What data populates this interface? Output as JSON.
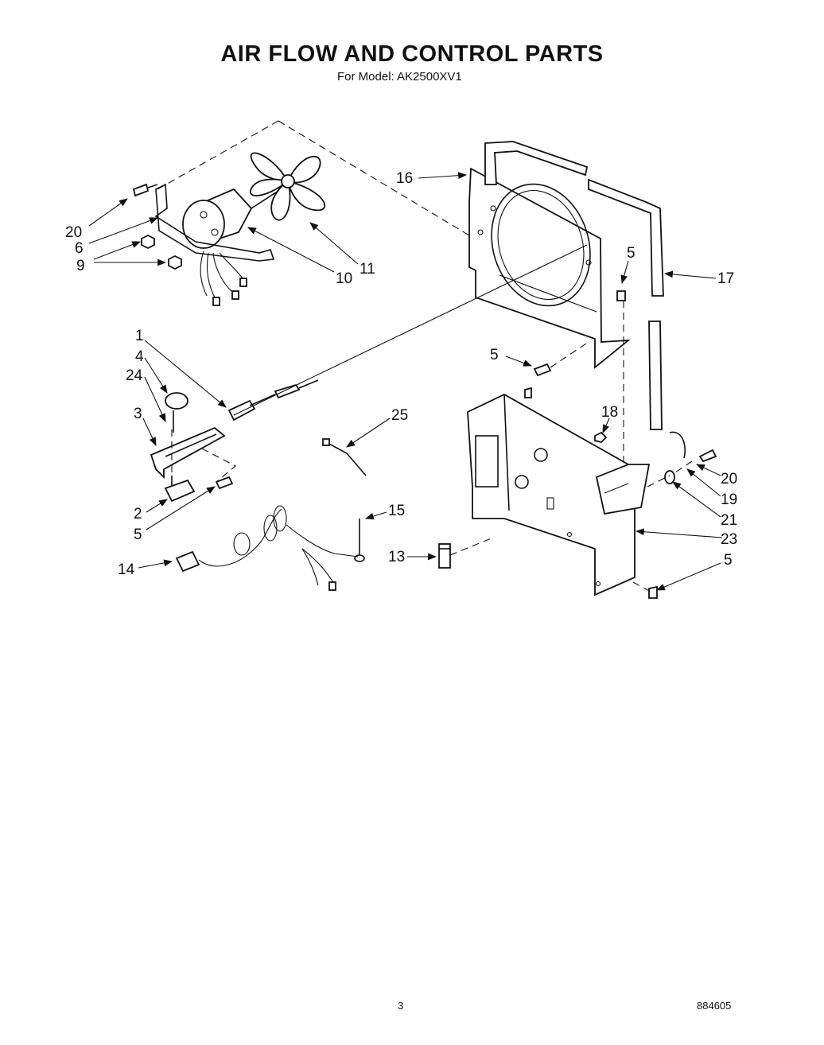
{
  "title": "AIR FLOW AND CONTROL PARTS",
  "subtitle": "For Model: AK2500XV1",
  "footer": {
    "page": "3",
    "doc_number": "884605"
  },
  "callouts": {
    "c20a": "20",
    "c6": "6",
    "c9": "9",
    "c10": "10",
    "c11": "11",
    "c16": "16",
    "c5a": "5",
    "c17": "17",
    "c1": "1",
    "c4": "4",
    "c24": "24",
    "c3": "3",
    "c5b": "5",
    "c25": "25",
    "c18": "18",
    "c20b": "20",
    "c19": "19",
    "c21": "21",
    "c2": "2",
    "c5c": "5",
    "c15": "15",
    "c23": "23",
    "c14": "14",
    "c13": "13",
    "c5d": "5"
  }
}
